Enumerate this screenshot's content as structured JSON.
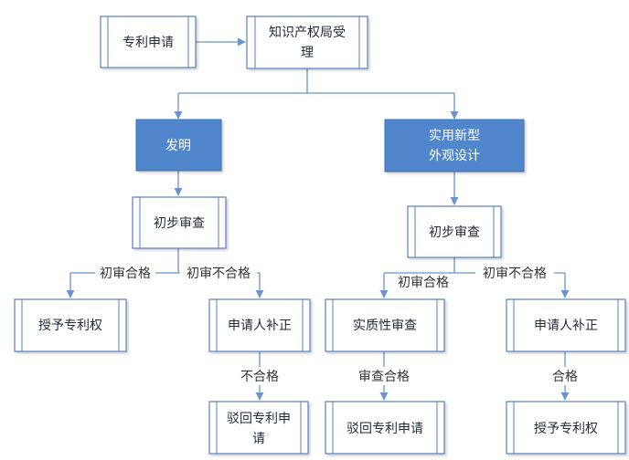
{
  "diagram": {
    "colors": {
      "box_fill": "#ffffff",
      "box_border": "#5b7fbf",
      "highlight_fill": "#4f86cc",
      "line": "#6a93cf",
      "text": "#1f2a3a",
      "text_light": "#ffffff"
    },
    "nodes": {
      "patent_application": {
        "label": "专利申请"
      },
      "ipo_acceptance": {
        "label_line1": "知识产权局受",
        "label_line2": "理"
      },
      "invention": {
        "label": "发明"
      },
      "utility_design": {
        "label_line1": "实用新型",
        "label_line2": "外观设计"
      },
      "prelim_exam_left": {
        "label": "初步审查"
      },
      "prelim_exam_right": {
        "label": "初步审查"
      },
      "grant_patent_left": {
        "label": "授予专利权"
      },
      "supplement_left": {
        "label": "申请人补正"
      },
      "reject_left": {
        "label_line1": "驳回专利申",
        "label_line2": "请"
      },
      "substantive_exam": {
        "label": "实质性审查"
      },
      "supplement_right": {
        "label": "申请人补正"
      },
      "reject_right": {
        "label": "驳回专利申请"
      },
      "grant_patent_right": {
        "label": "授予专利权"
      }
    },
    "edge_labels": {
      "left_pass": "初审合格",
      "left_fail": "初审不合格",
      "left_not_pass": "不合格",
      "right_pass": "初审合格",
      "right_fail": "初审不合格",
      "exam_pass": "审查合格",
      "supp_pass": "合格"
    }
  }
}
